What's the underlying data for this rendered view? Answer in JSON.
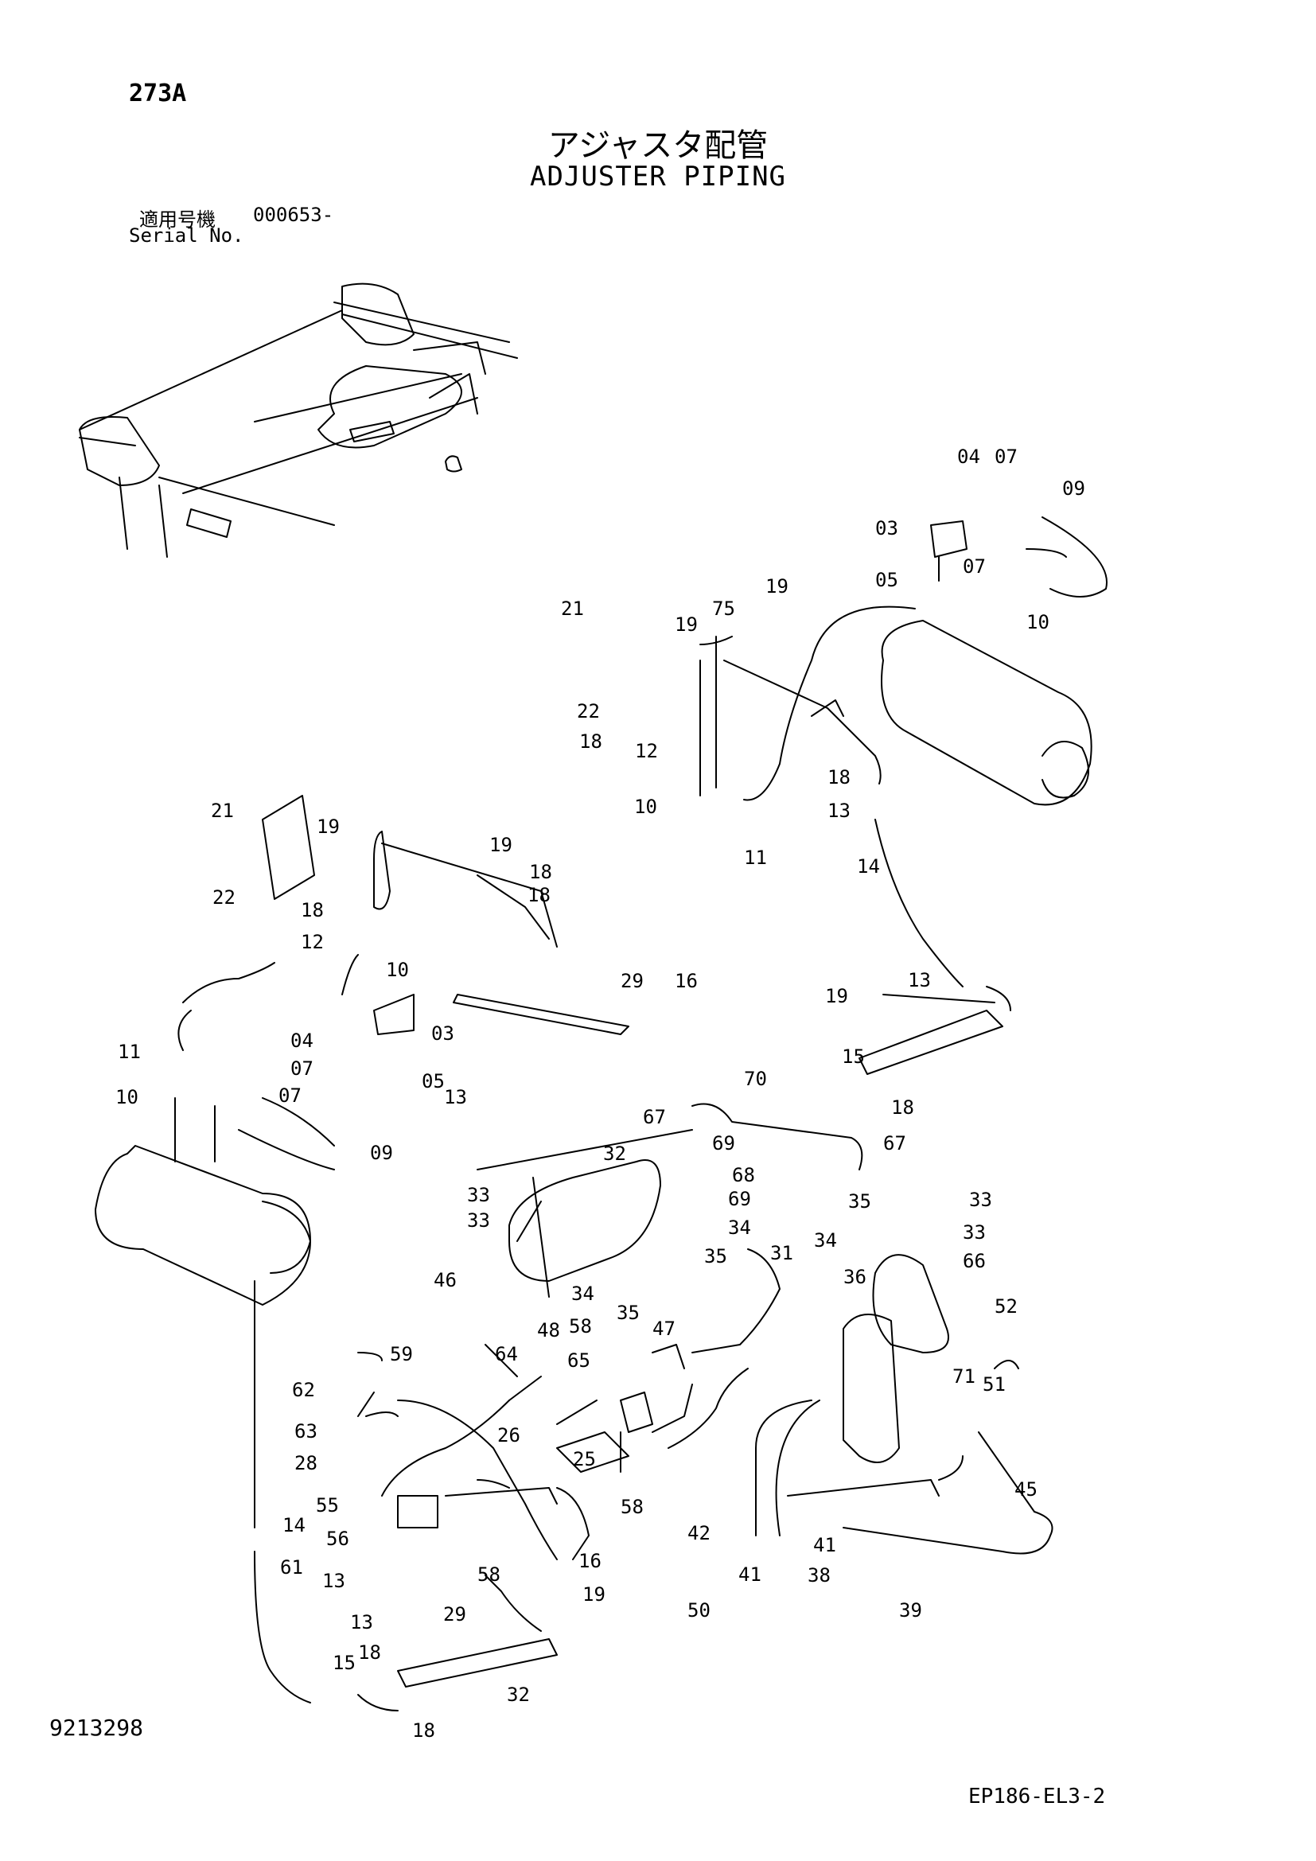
{
  "header": {
    "page_code": "273A",
    "title_jp": "アジャスタ配管",
    "title_en": "ADJUSTER PIPING",
    "serial_label_jp": "適用号機",
    "serial_value": "000653-",
    "serial_label_en": "Serial No."
  },
  "footer": {
    "drawing_number": "9213298",
    "sheet_ref": "EP186-EL3-2"
  },
  "callouts": [
    "04",
    "07",
    "09",
    "03",
    "05",
    "07",
    "10",
    "19",
    "21",
    "75",
    "19",
    "22",
    "18",
    "12",
    "10",
    "11",
    "18",
    "13",
    "14",
    "21",
    "19",
    "19",
    "22",
    "18",
    "18",
    "18",
    "12",
    "10",
    "11",
    "04",
    "03",
    "07",
    "05",
    "10",
    "07",
    "13",
    "09",
    "29",
    "16",
    "19",
    "13",
    "15",
    "18",
    "70",
    "67",
    "67",
    "69",
    "32",
    "68",
    "69",
    "33",
    "33",
    "34",
    "35",
    "35",
    "34",
    "36",
    "31",
    "46",
    "34",
    "35",
    "47",
    "58",
    "48",
    "65",
    "59",
    "64",
    "62",
    "63",
    "28",
    "26",
    "25",
    "58",
    "55",
    "56",
    "13",
    "14",
    "61",
    "58",
    "29",
    "16",
    "19",
    "13",
    "15",
    "18",
    "18",
    "32",
    "33",
    "33",
    "66",
    "52",
    "71",
    "51",
    "45",
    "42",
    "41",
    "41",
    "38",
    "50",
    "39"
  ]
}
